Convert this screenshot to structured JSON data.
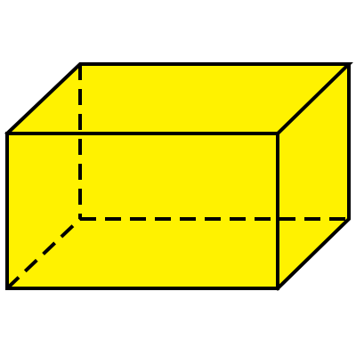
{
  "figure": {
    "shape": "rectangular-prism",
    "fill_color": "#FFF200",
    "edge_color": "#000000",
    "hidden_edges_style": "dashed",
    "visible_faces": [
      "front",
      "top",
      "right"
    ],
    "hidden_edges_count": 3
  }
}
